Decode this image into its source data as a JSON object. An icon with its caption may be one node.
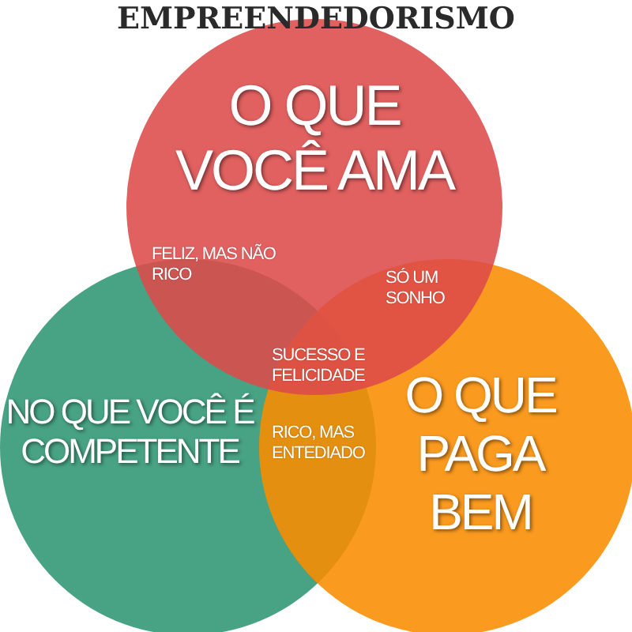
{
  "diagram": {
    "title": "EMPREENDEDORISMO",
    "nodes": [
      {
        "text": [
          "O QUE VOCÊ AMA"
        ]
      },
      {
        "text": [
          "NO QUE VOCÊ É COMPETENTE"
        ]
      },
      {
        "text": [
          "O QUE PAGA BEM"
        ]
      }
    ],
    "labels": [
      "FELIZ, MAS NÃO RICO",
      "SÓ UM SONHO",
      "SUCESSO E FELICIDADE",
      "RICO, MAS ENTEDIADO"
    ]
  }
}
